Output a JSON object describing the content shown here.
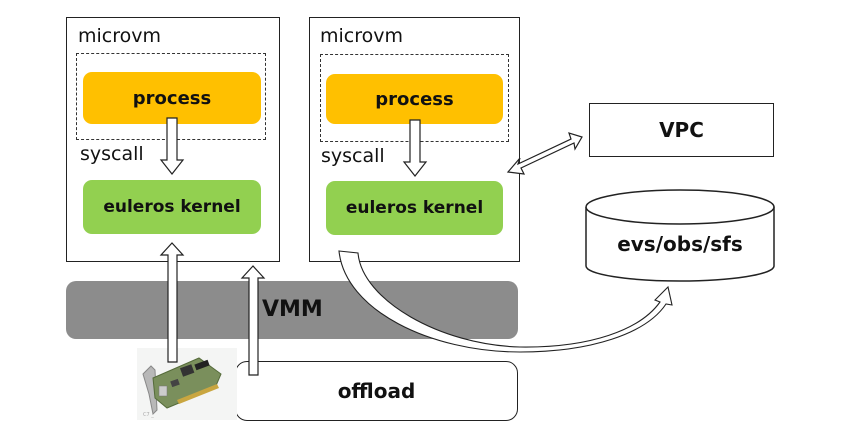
{
  "diagram": {
    "microvm_left": {
      "label": "microvm",
      "process": "process",
      "syscall": "syscall",
      "kernel": "euleros kernel"
    },
    "microvm_right": {
      "label": "microvm",
      "process": "process",
      "syscall": "syscall",
      "kernel": "euleros kernel"
    },
    "vmm": "VMM",
    "vpc": "VPC",
    "storage": "evs/obs/sfs",
    "offload": "offload",
    "nic_image": "network-card-image",
    "colors": {
      "process": "#FFC000",
      "kernel": "#92D050",
      "vmm": "#8c8c8c"
    }
  }
}
